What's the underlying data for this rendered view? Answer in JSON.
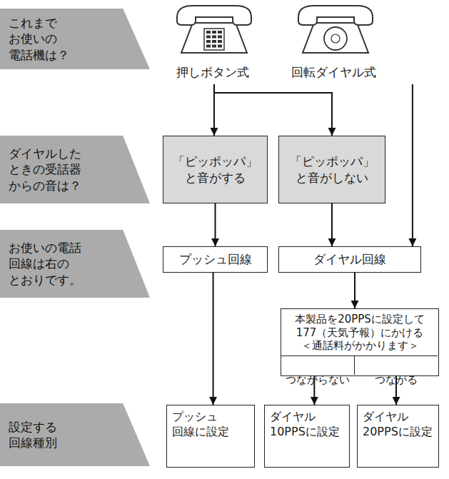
{
  "diagram": {
    "nodes": [
      {
        "text": [
          "これまで お使いの 電話機は？"
        ]
      },
      {
        "text": [
          "押しボタン式"
        ]
      },
      {
        "text": [
          "回転ダイヤル式"
        ]
      },
      {
        "text": [
          "ダイヤルした ときの受話器 からの音は？"
        ]
      },
      {
        "text": [
          "「ピッポッパ」 と音がする"
        ]
      },
      {
        "text": [
          "「ピッポッパ」 と音がしない"
        ]
      },
      {
        "text": [
          "お使いの電話 回線は右の とおりです。"
        ]
      },
      {
        "text": [
          "プッシュ回線"
        ]
      },
      {
        "text": [
          "ダイヤル回線"
        ]
      },
      {
        "text": [
          "本製品を20PPSに設定して 177（天気予報）にかける",
          "＜通話料がかかります＞"
        ]
      },
      {
        "text": [
          "つながらない"
        ],
        "in": 9
      },
      {
        "text": [
          "つながる"
        ],
        "in": 9
      },
      {
        "text": [
          "設定する 回線種別"
        ]
      },
      {
        "text": [
          "プッシュ 回線に設定"
        ]
      },
      {
        "text": [
          "ダイヤル 10PPSに設定"
        ]
      },
      {
        "text": [
          "ダイヤル 20PPSに設定"
        ]
      }
    ],
    "edges": [
      {
        "from": 1,
        "to": 4,
        "arrow": "to"
      },
      {
        "from": 1,
        "to": 5,
        "arrow": "to"
      },
      {
        "from": 2,
        "to": 8,
        "arrow": "to"
      },
      {
        "from": 4,
        "to": 7,
        "arrow": "to"
      },
      {
        "from": 5,
        "to": 8,
        "arrow": "to"
      },
      {
        "from": 8,
        "to": 9,
        "arrow": "to"
      },
      {
        "from": 7,
        "to": 13,
        "arrow": "to"
      },
      {
        "from": 10,
        "to": 14,
        "arrow": "to"
      },
      {
        "from": 11,
        "to": 15,
        "arrow": "to"
      }
    ]
  }
}
